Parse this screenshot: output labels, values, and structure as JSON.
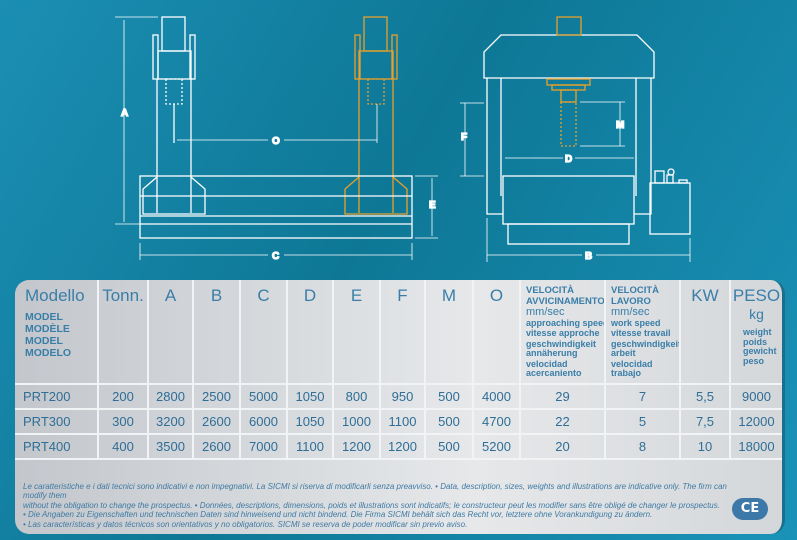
{
  "drawing": {
    "labels": {
      "A": "A",
      "O": "O",
      "C": "C",
      "E": "E",
      "F": "F",
      "M": "M",
      "D": "D",
      "B": "B"
    },
    "colors": {
      "line": "#ffffff",
      "highlight": "#e8a02a",
      "background": "#1585a8"
    }
  },
  "table": {
    "headers": {
      "model": {
        "title": "Modello",
        "translations": [
          "MODEL",
          "MODÈLE",
          "MODEL",
          "MODELO"
        ]
      },
      "tonn": "Tonn.",
      "A": "A",
      "B": "B",
      "C": "C",
      "D": "D",
      "E": "E",
      "F": "F",
      "M": "M",
      "O": "O",
      "vel_avv": {
        "title1": "VELOCITÀ",
        "title2": "AVVICINAMENTO",
        "unit": "mm/sec",
        "translations": [
          "approaching speed",
          "vitesse approche",
          "geschwindigkeit annäherung",
          "velocidad acercaniento"
        ]
      },
      "vel_lav": {
        "title1": "VELOCITÀ",
        "title2": "LAVORO",
        "unit": "mm/sec",
        "translations": [
          "work speed",
          "vitesse travail",
          "geschwindigkeit arbeit",
          "velocidad trabajo"
        ]
      },
      "kw": "KW",
      "peso": {
        "title": "PESO",
        "unit": "kg",
        "translations": [
          "weight",
          "poids",
          "gewicht",
          "peso"
        ]
      }
    },
    "rows": [
      [
        "PRT200",
        "200",
        "2800",
        "2500",
        "5000",
        "1050",
        "800",
        "950",
        "500",
        "4000",
        "29",
        "7",
        "5,5",
        "9000"
      ],
      [
        "PRT300",
        "300",
        "3200",
        "2600",
        "6000",
        "1050",
        "1000",
        "1100",
        "500",
        "4700",
        "22",
        "5",
        "7,5",
        "12000"
      ],
      [
        "PRT400",
        "400",
        "3500",
        "2600",
        "7000",
        "1100",
        "1200",
        "1200",
        "500",
        "5200",
        "20",
        "8",
        "10",
        "18000"
      ]
    ]
  },
  "footer": {
    "lines": [
      "Le caratteristiche e i dati tecnici sono indicativi e non impegnativi. La SICMI si riserva di modificarli senza preavviso. • Data, description, sizes, weights and illustrations are indicative only. The firm can modify them",
      "without the obligation to change the prospectus. • Données, descriptions, dimensions, poids et illustrations sont indicatifs; le constructeur peut les modifier sans être obligé de changer le prospectus.",
      "• Die Angaben zu Eigenschaften und technischen Daten sind hinweisend und nicht bindend. Die Firma SICMI behält sich das Recht vor, letztere ohne Vorankundigung zu ändern.",
      "• Las características y datos técnicos son orientativos y no obligatorios. SICMI se reserva de poder modificar sin previo aviso."
    ],
    "ce_mark": "CE"
  }
}
